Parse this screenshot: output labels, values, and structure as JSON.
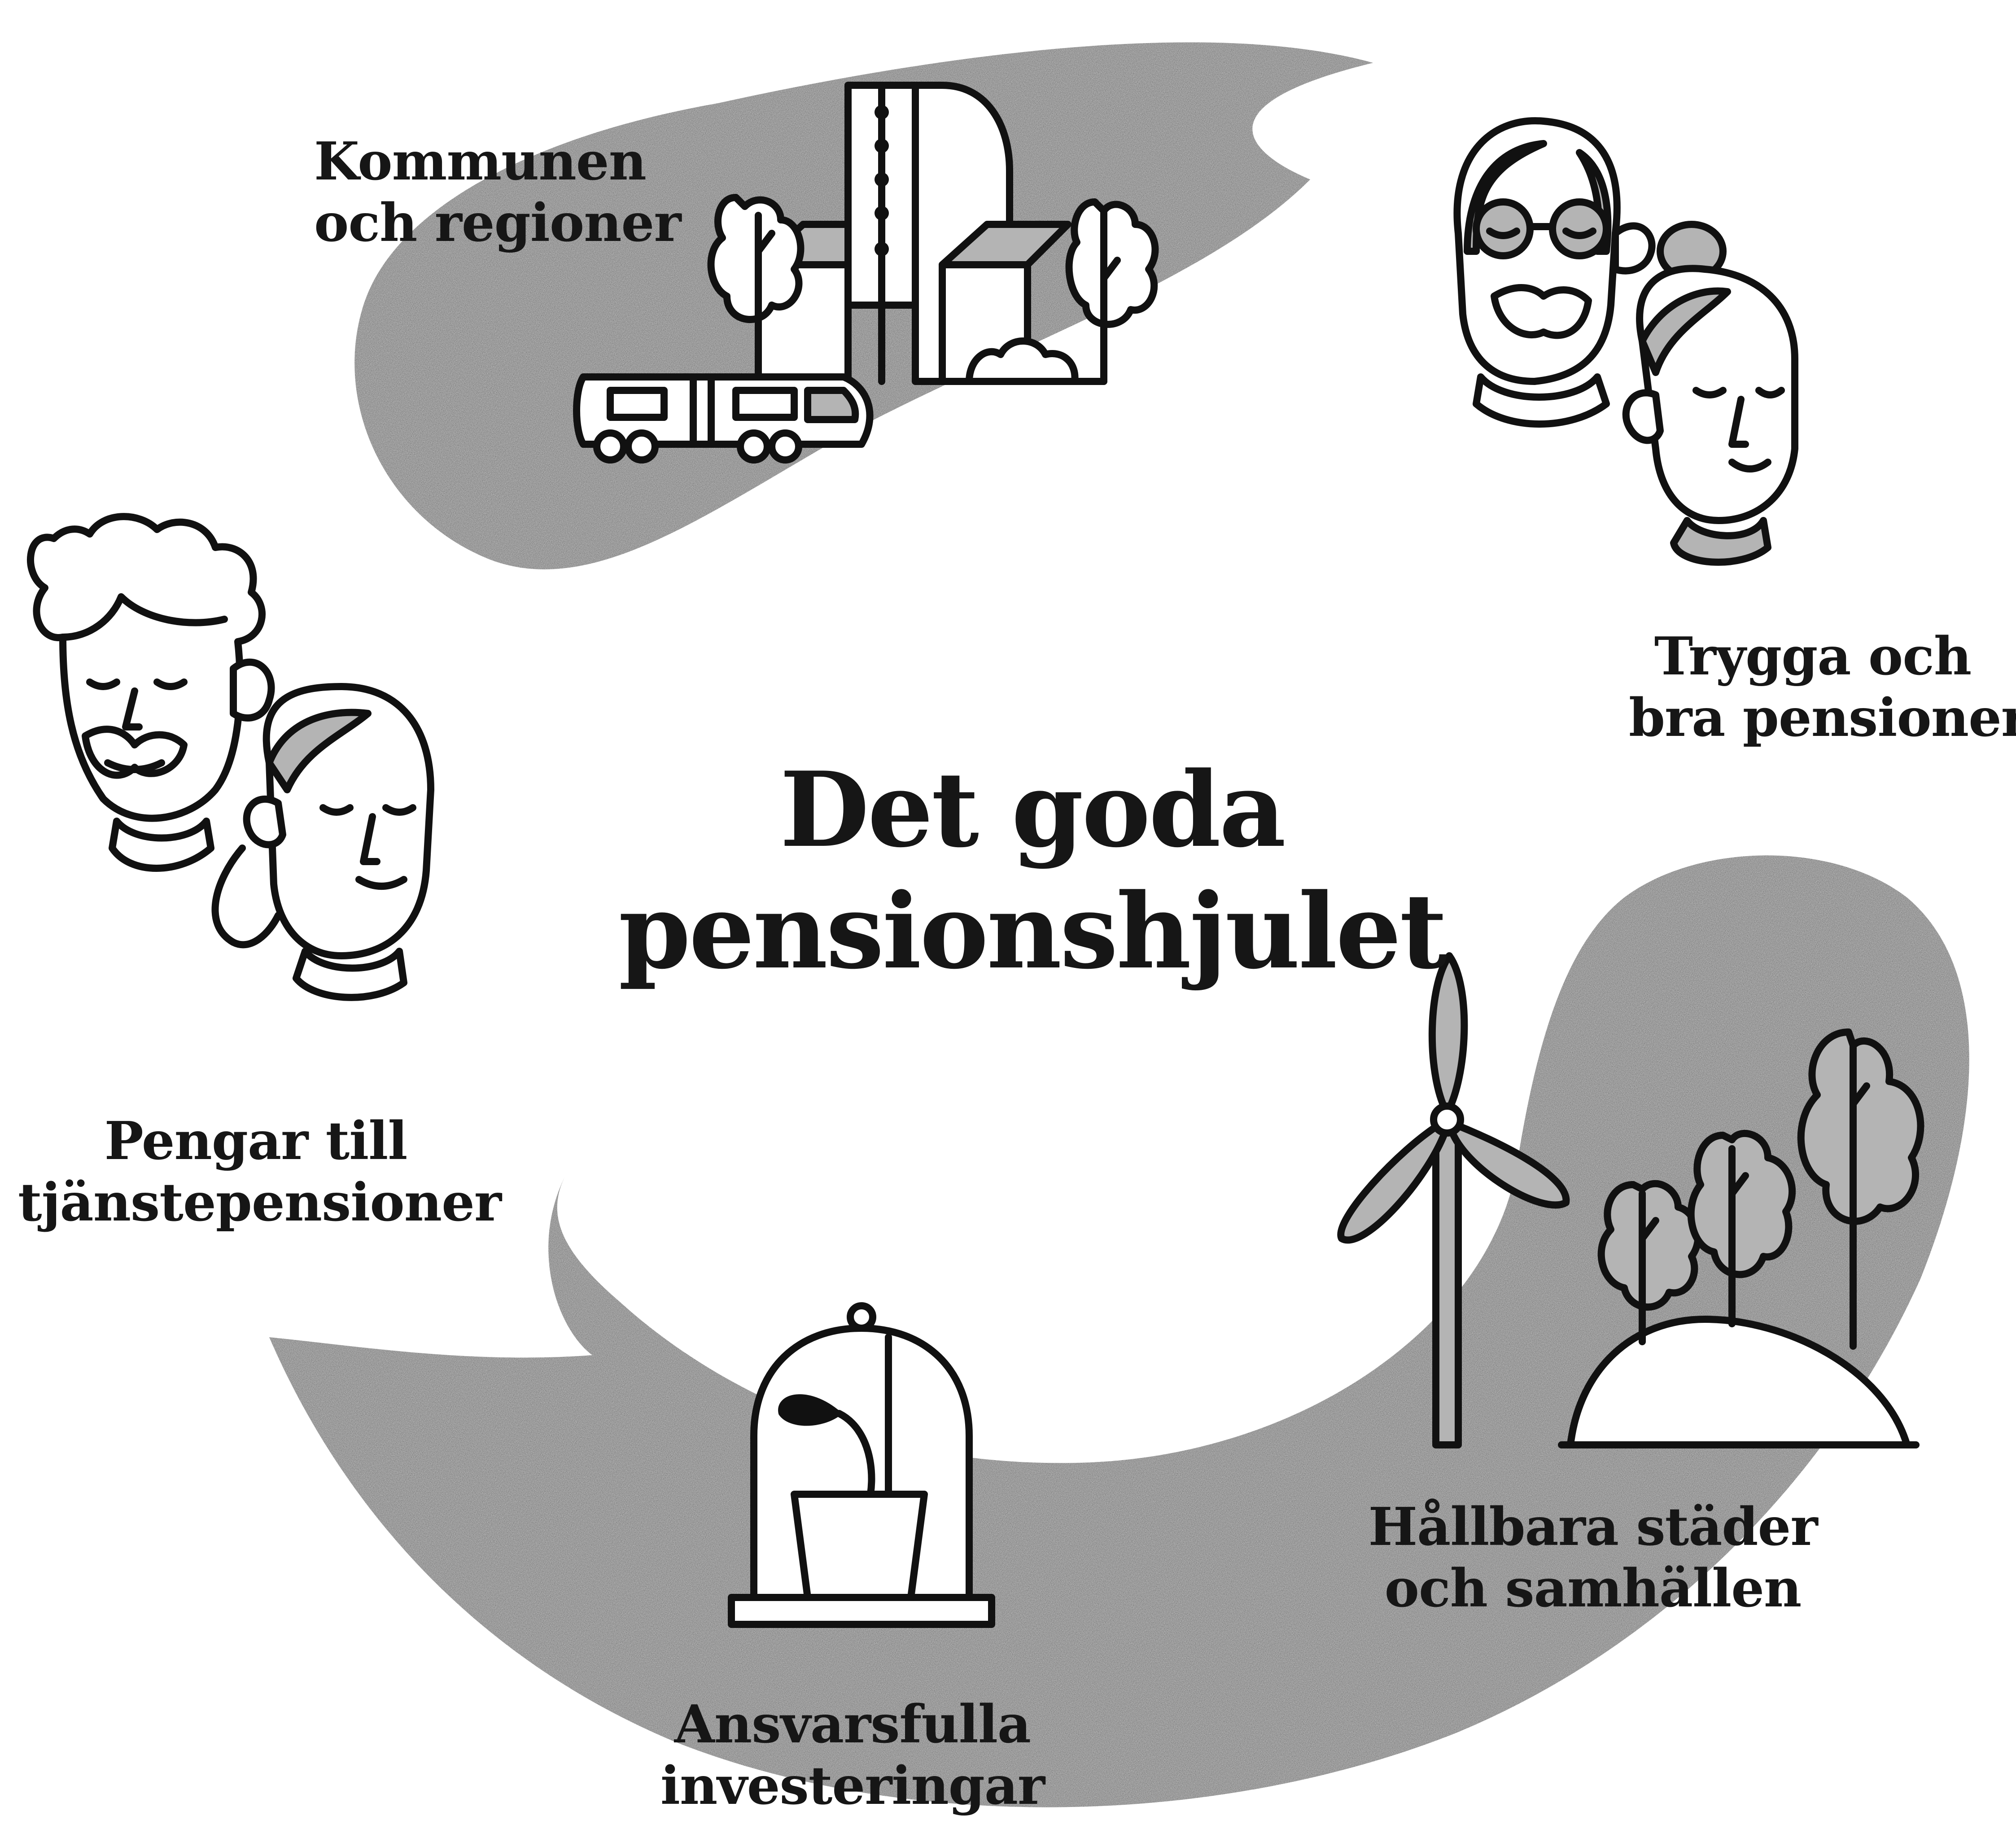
{
  "diagram": {
    "title": {
      "line1": "Det goda",
      "line2": "pensionshjulet"
    },
    "segments": [
      {
        "line1": "Kommunen",
        "line2": "och regioner",
        "icon": "city-buildings-tram-icon"
      },
      {
        "line1": "Trygga och",
        "line2": "bra pensioner",
        "icon": "elderly-couple-icon"
      },
      {
        "line1": "Hållbara städer",
        "line2": "och samhällen",
        "icon": "wind-turbine-trees-icon"
      },
      {
        "line1": "Ansvarsfulla",
        "line2": "investeringar",
        "icon": "plant-under-glass-dome-icon"
      },
      {
        "line1": "Pengar till",
        "line2": "tjänstepensioner",
        "icon": "young-couple-icon"
      }
    ],
    "colors": {
      "shape_fill": "#b4b4b4",
      "line": "#111111",
      "text": "#161616",
      "background": "#ffffff"
    }
  }
}
